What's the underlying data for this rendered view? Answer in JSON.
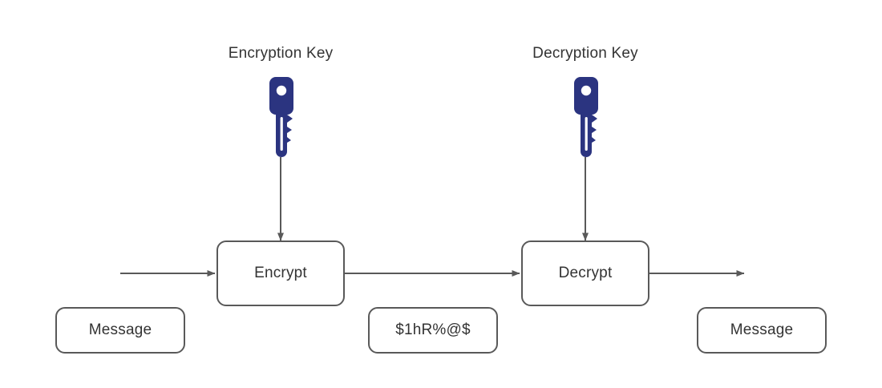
{
  "diagram": {
    "title_visible": false,
    "colors": {
      "key_fill": "#2B3480",
      "box_border": "#595959",
      "arrow": "#595959",
      "text": "#333333",
      "background": "#ffffff"
    },
    "labels": {
      "encryption_key": "Encryption Key",
      "decryption_key": "Decryption Key"
    },
    "nodes": {
      "message_in": "Message",
      "encrypt": "Encrypt",
      "ciphertext": "$1hR%@$",
      "decrypt": "Decrypt",
      "message_out": "Message"
    },
    "icons": {
      "encryption_key": "key-icon",
      "decryption_key": "key-icon"
    },
    "flow": [
      {
        "from": "input",
        "to": "encrypt",
        "arrow": "right"
      },
      {
        "from": "encrypt",
        "to": "decrypt",
        "arrow": "right"
      },
      {
        "from": "decrypt",
        "to": "output",
        "arrow": "right"
      },
      {
        "from": "encryption-key",
        "to": "encrypt",
        "arrow": "down"
      },
      {
        "from": "decryption-key",
        "to": "decrypt",
        "arrow": "down"
      }
    ]
  }
}
